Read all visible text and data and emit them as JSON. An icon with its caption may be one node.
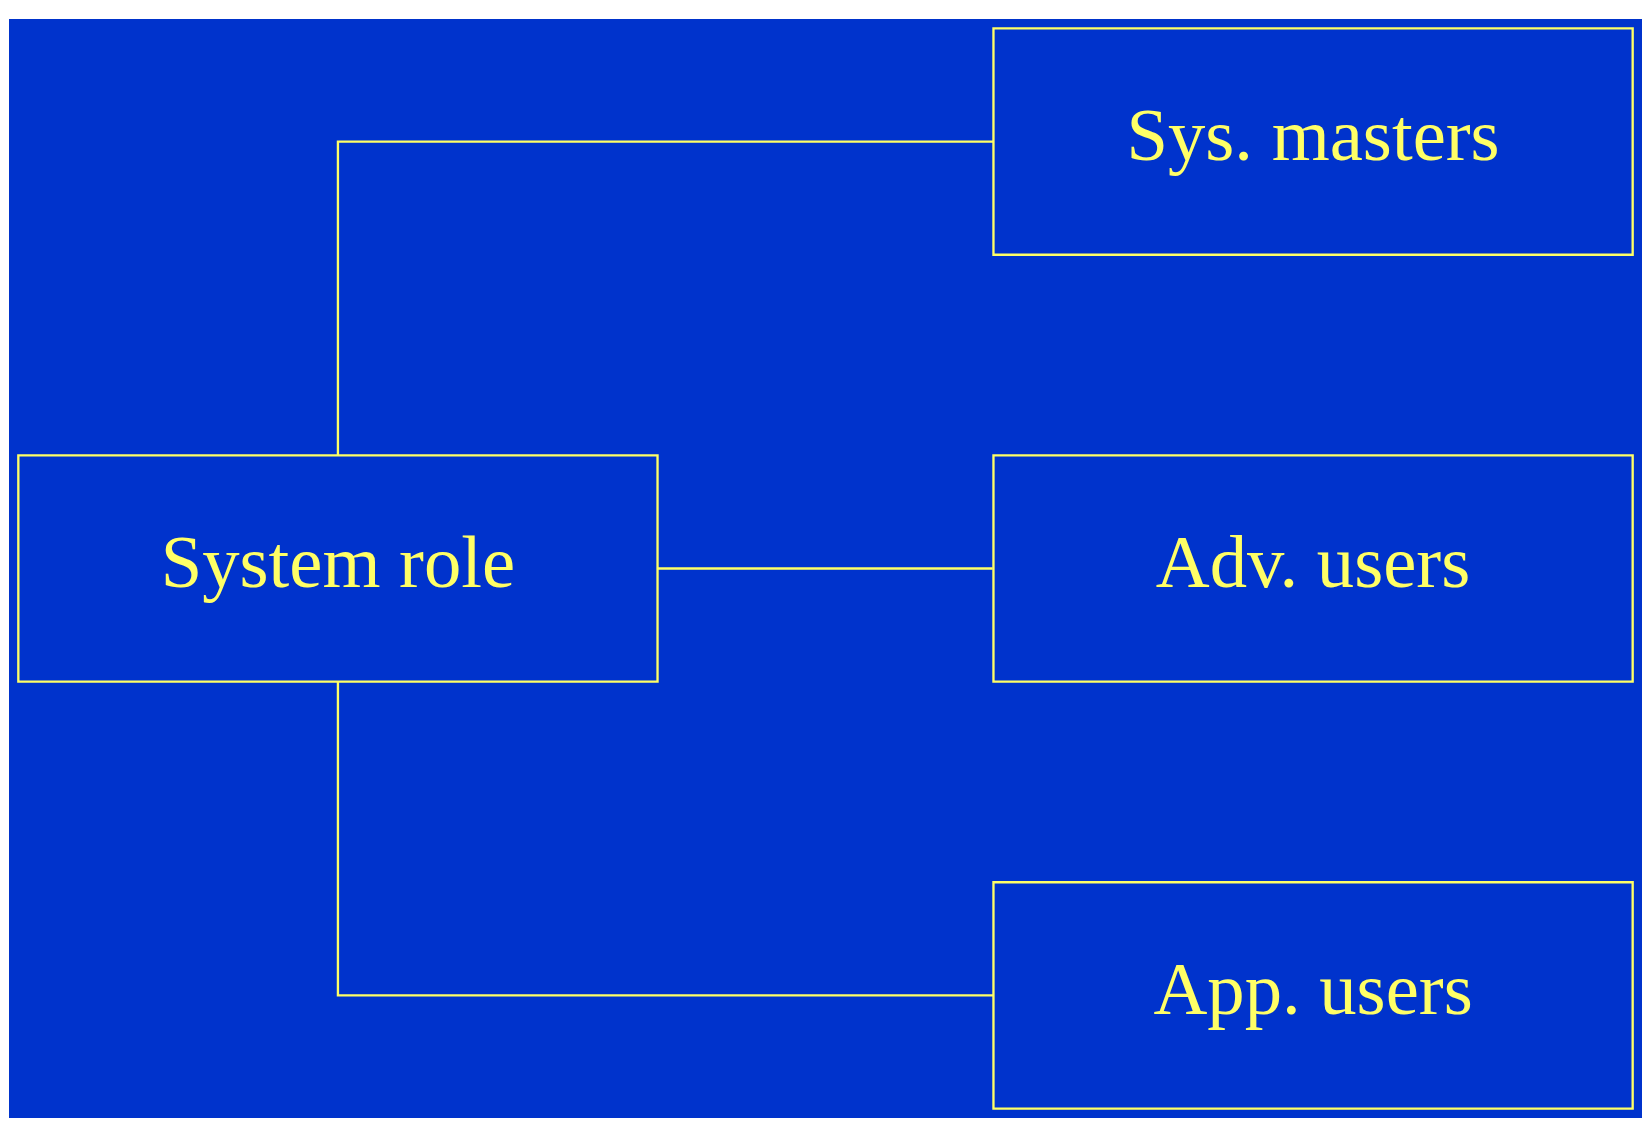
{
  "diagram": {
    "nodes": [
      {
        "text": [
          "System role"
        ]
      },
      {
        "text": [
          "Sys. masters"
        ]
      },
      {
        "text": [
          "Adv. users"
        ]
      },
      {
        "text": [
          "App. users"
        ]
      }
    ],
    "edges": [
      {
        "from": 0,
        "to": 1,
        "arrow": "none"
      },
      {
        "from": 0,
        "to": 2,
        "arrow": "none"
      },
      {
        "from": 0,
        "to": 3,
        "arrow": "none"
      }
    ]
  }
}
